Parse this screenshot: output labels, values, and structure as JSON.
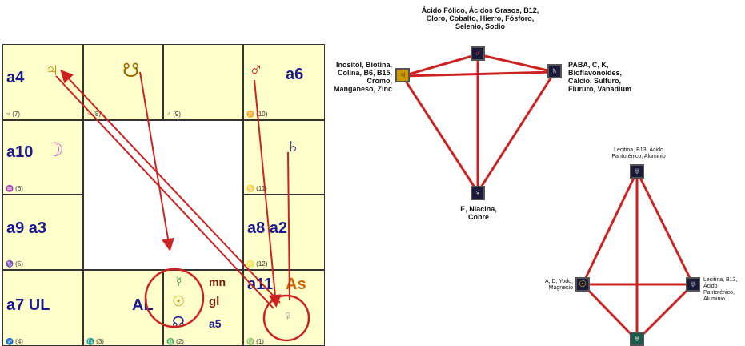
{
  "chart": {
    "cells": [
      {
        "label": "a4",
        "sub": "♃ (7)",
        "glyph": "♃"
      },
      {
        "label": "",
        "sub": "♃ (8)",
        "glyph": "☋"
      },
      {
        "label": "",
        "sub": "♂ (9)",
        "glyph": ""
      },
      {
        "label": "a6",
        "sub": "♊ (10)",
        "glyph": "♂"
      },
      {
        "label": "a10",
        "sub": "♒ (6)",
        "glyph": "☽"
      },
      {
        "label": "",
        "sub": "♋ (11)",
        "glyph": "♄"
      },
      {
        "label": "a9  a3",
        "sub": "♑ (5)",
        "glyph": ""
      },
      {
        "label": "a8  a2",
        "sub": "♌ (12)",
        "glyph": ""
      },
      {
        "label": "a7   UL",
        "sub": "♐ (4)",
        "glyph": ""
      },
      {
        "label": "AL",
        "sub": "♏ (3)",
        "glyph": ""
      },
      {
        "label": "",
        "sub": "♎ (2)",
        "glyph": ""
      },
      {
        "label": "a11",
        "sub": "♍ (1)",
        "glyph": ""
      }
    ],
    "house_glyphs": {
      "venus_mid": "☿",
      "sun": "☉",
      "node": "☊",
      "venus": "♀"
    },
    "mid_labels": {
      "mn": "mn",
      "gl": "gl",
      "a5": "a5",
      "as": "As"
    }
  },
  "diagram1": {
    "top_text": "Ácido Fólico, Ácidos Grasos, B12, Cloro, Cobalto, Hierro, Fósforo, Selenio, Sodio",
    "left_text": "Inositol, Biotina, Colina, B6, B15, Cromo, Manganeso, Zinc",
    "right_text": "PABA, C, K, Bioflavonoides, Calcio, Sulfuro, Flururo, Vanadium",
    "bottom_text": "E, Niacina, Cobre",
    "top_icon": "♂",
    "left_icon": "♃",
    "right_icon": "♄",
    "bottom_icon": "♀"
  },
  "diagram2": {
    "top_text": "Lecitina, B13, Ácido Pantoténico, Aluminio",
    "left_text": "A, D, Yodo, Magnesio",
    "right_text": "Lecitina, B13, Ácido Pantoténico, Aluminio",
    "top_icon": "♅",
    "left_icon": "☉",
    "right_icon": "♅",
    "bottom_icon": "♅"
  },
  "colors": {
    "line_red": "#cc2222",
    "cell_bg": "#ffffcc",
    "label_blue": "#1a1a8c"
  }
}
